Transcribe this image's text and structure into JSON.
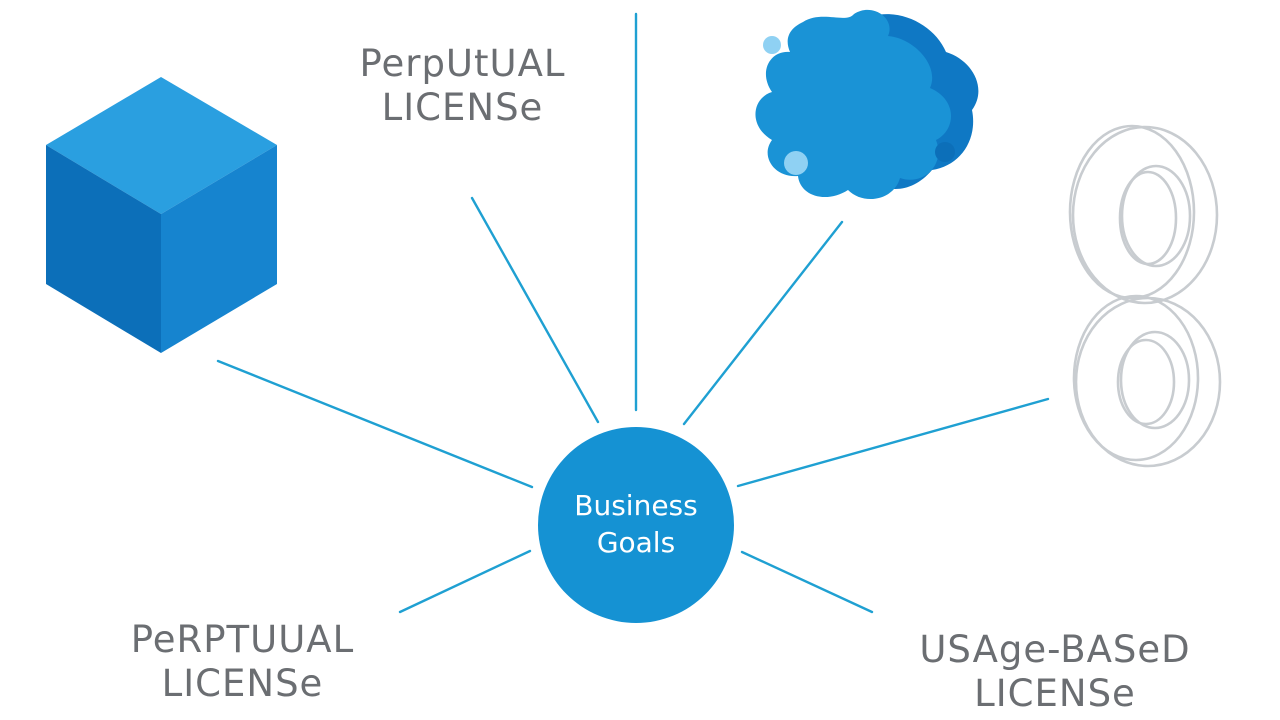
{
  "center": {
    "line1": "Business",
    "line2": "Goals"
  },
  "labels": {
    "top": {
      "line1": "PerpUtUAL",
      "line2": "LICENSe"
    },
    "bottom_left": {
      "line1": "PeRPTUUAL",
      "line2": "LICENSe"
    },
    "bottom_right": {
      "line1": "USAge-BASeD",
      "line2": "LICENSe"
    }
  },
  "icons": [
    "cube-icon",
    "splash-icon",
    "infinity-icon"
  ],
  "colors": {
    "accent": "#1592d3",
    "connector": "#1fa0d2",
    "label_text": "#6b6e72",
    "cube_top": "#2a9fe0",
    "cube_left": "#0c6fb9",
    "cube_right": "#1684cf",
    "infinity_stroke": "#c8ccd0"
  }
}
